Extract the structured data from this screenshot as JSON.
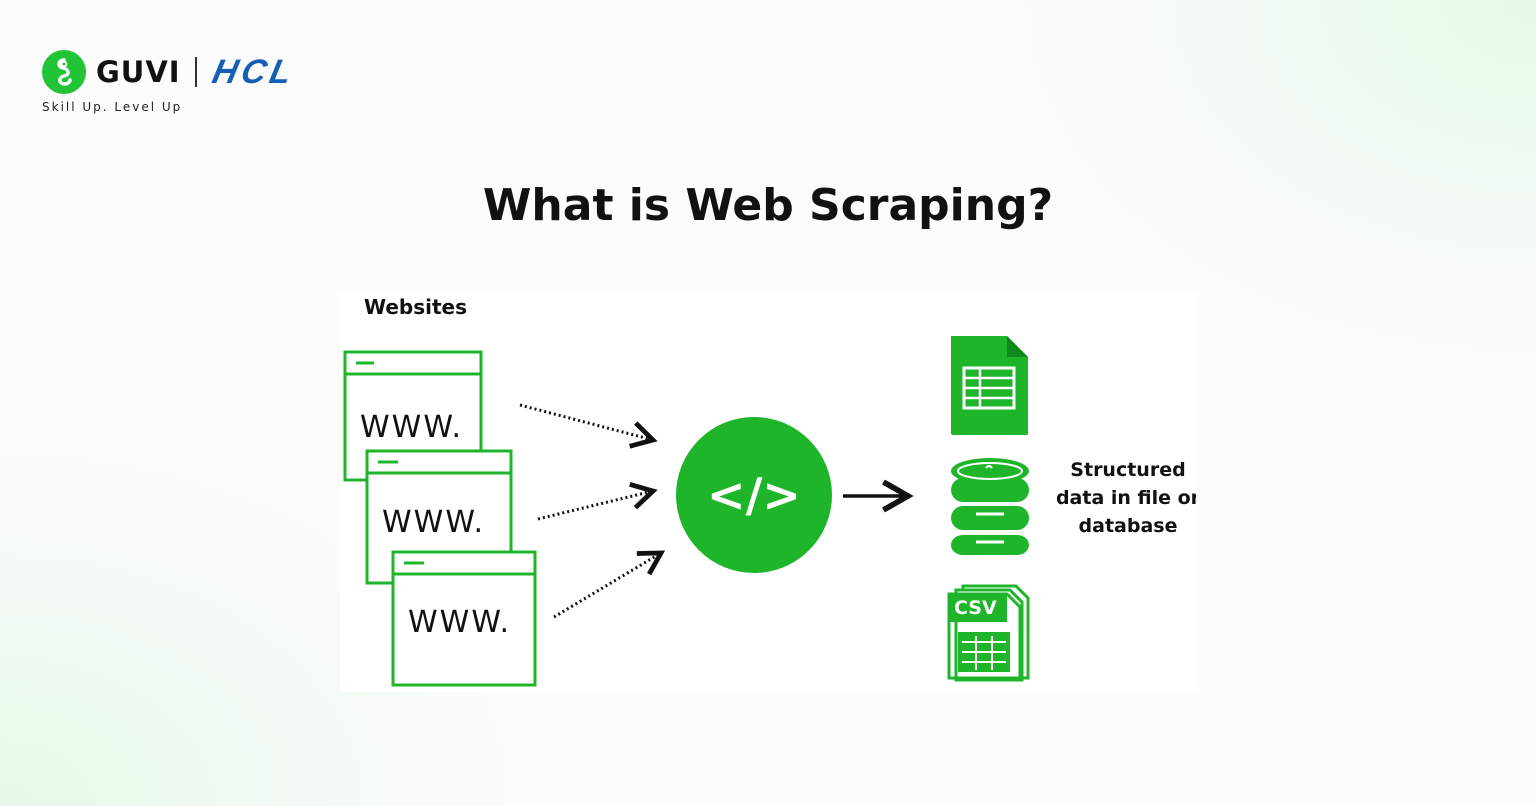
{
  "header": {
    "brand_name": "GUVI",
    "partner_name": "HCL",
    "tagline": "Skill Up. Level Up"
  },
  "title": "What is Web Scraping?",
  "diagram": {
    "source_label": "Websites",
    "website_text": "WWW.",
    "code_symbol": "</>",
    "output_label_lines": [
      "Structured",
      "data in file or",
      "database"
    ],
    "csv_label": "CSV",
    "colors": {
      "accent_green": "#1fb52a",
      "text_dark": "#111111"
    },
    "icons": [
      "spreadsheet-icon",
      "database-icon",
      "csv-file-icon",
      "code-icon"
    ]
  }
}
